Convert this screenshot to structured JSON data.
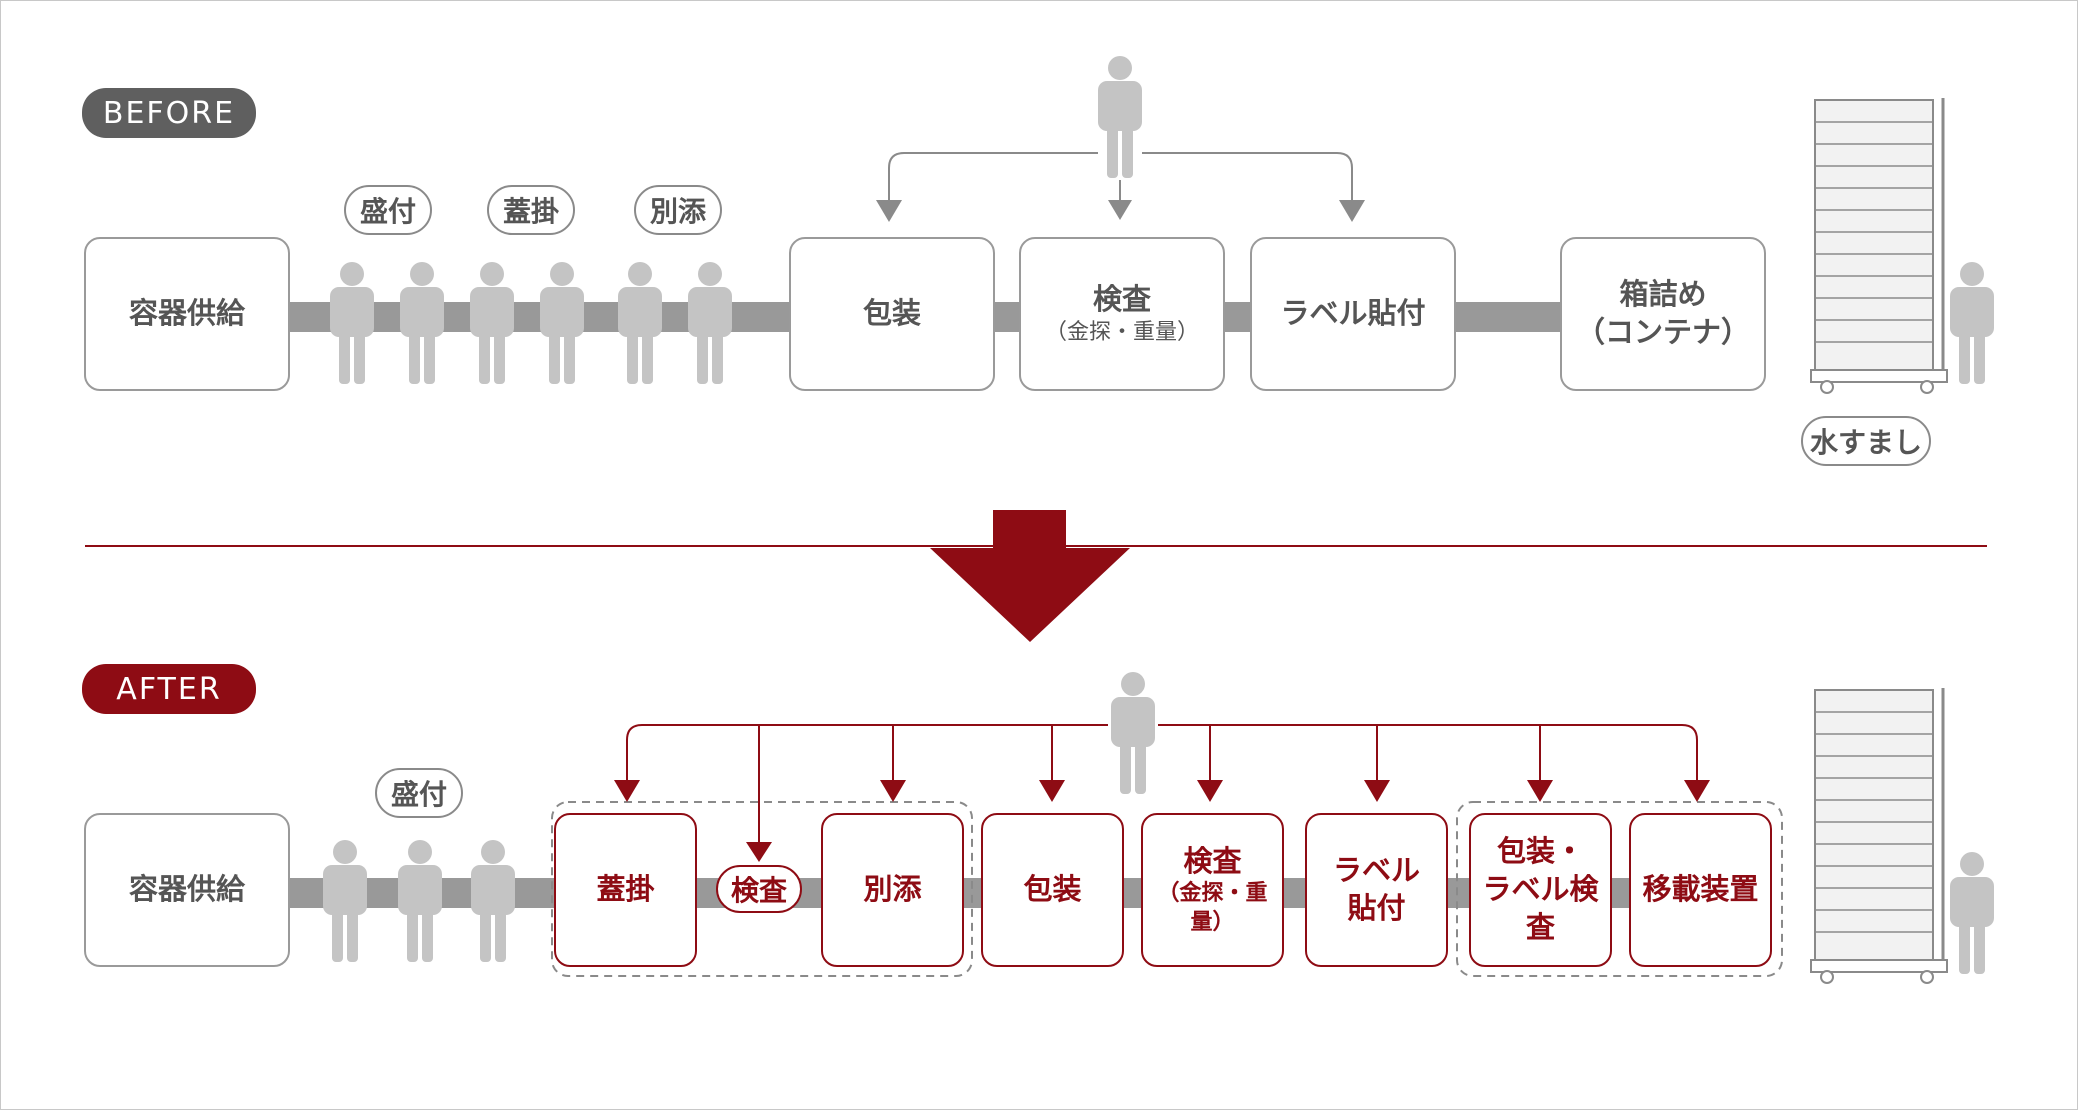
{
  "colors": {
    "accent": "#8e0c14",
    "gray": "#8a8a8a",
    "person": "#c4c4c4",
    "conveyor": "#999999"
  },
  "before": {
    "badge": "BEFORE",
    "labels": {
      "morituke": "盛付",
      "futagake": "蓋掛",
      "bettei": "別添",
      "mizusumashi": "水すまし"
    },
    "boxes": {
      "supply": "容器供給",
      "packaging": "包装",
      "inspection": "検査",
      "inspection_sub": "（金探・重量）",
      "label": "ラベル貼付",
      "boxing_line1": "箱詰め",
      "boxing_line2": "（コンテナ）"
    }
  },
  "after": {
    "badge": "AFTER",
    "labels": {
      "morituke": "盛付",
      "inspection_tag": "検査"
    },
    "boxes": {
      "supply": "容器供給",
      "futagake": "蓋掛",
      "bettei": "別添",
      "packaging": "包装",
      "inspection": "検査",
      "inspection_sub": "（金探・重量）",
      "label_line1": "ラベル",
      "label_line2": "貼付",
      "pack_label_line1": "包装・",
      "pack_label_line2": "ラベル検査",
      "transfer": "移載装置"
    }
  },
  "icons": [
    "person-icon",
    "cart-rack-icon",
    "down-arrow-icon"
  ]
}
